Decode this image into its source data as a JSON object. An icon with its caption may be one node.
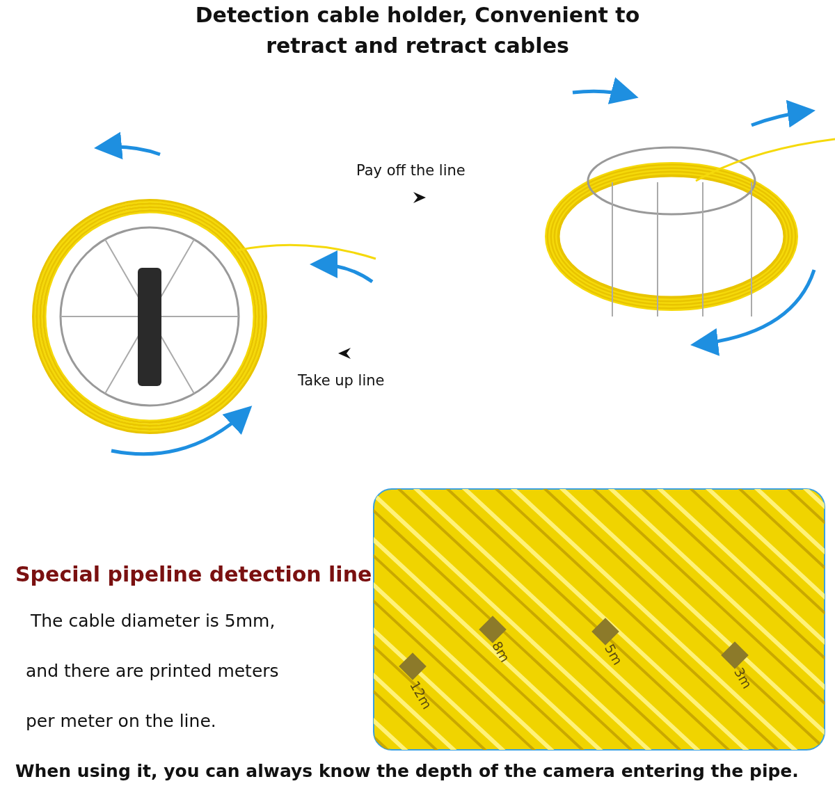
{
  "diagram": {
    "title": "Detection cable holder, Convenient to retract and retract cables",
    "labels": [
      "Pay off the line",
      "Take up line",
      "Special pipeline detection line",
      "The cable diameter is 5mm,",
      "and there are printed meters",
      "per meter on the line.",
      "8m",
      "5m",
      "3m",
      "12m"
    ],
    "caption": "When using it, you can always know the depth of the camera entering the pipe."
  }
}
